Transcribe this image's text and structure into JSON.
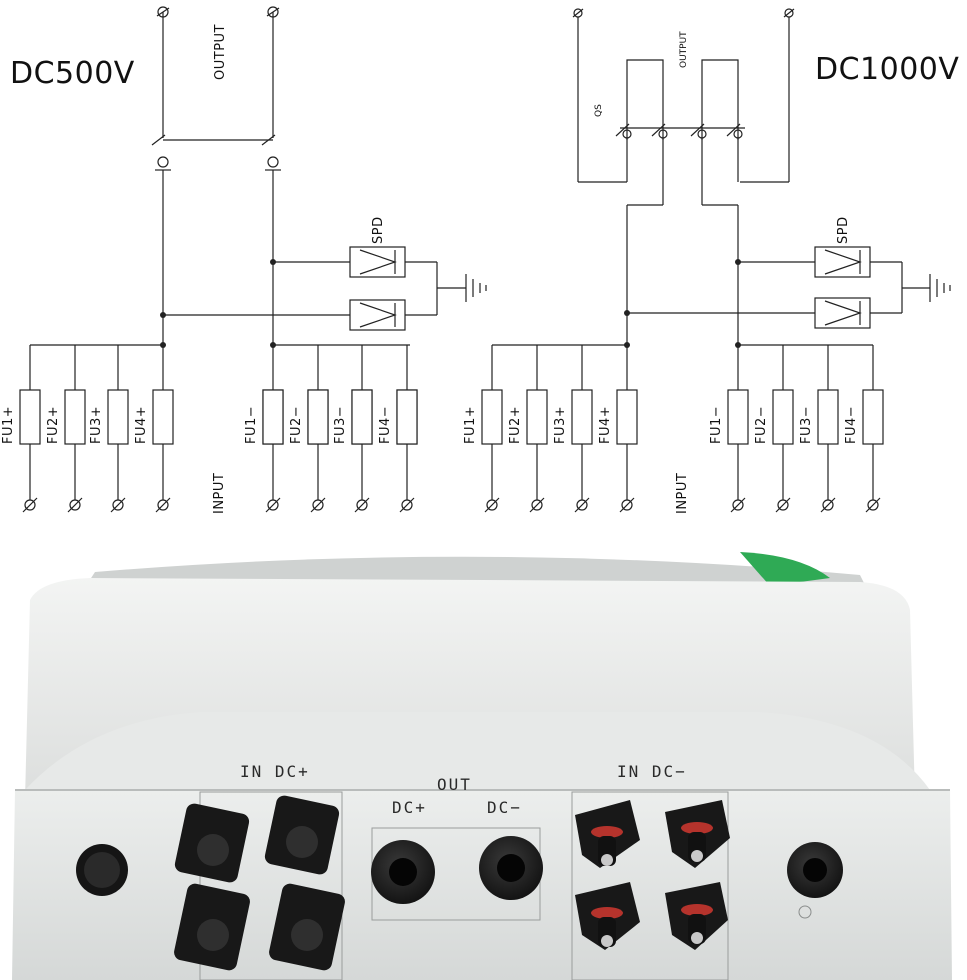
{
  "diagram_left": {
    "title": "DC500V",
    "output_label": "OUTPUT",
    "input_label": "INPUT",
    "spd_label": "SPD",
    "fuses_pos": [
      "FU1+",
      "FU2+",
      "FU3+",
      "FU4+"
    ],
    "fuses_neg": [
      "FU1−",
      "FU2−",
      "FU3−",
      "FU4−"
    ]
  },
  "diagram_right": {
    "title": "DC1000V",
    "output_label": "OUTPUT",
    "input_label": "INPUT",
    "spd_label": "SPD",
    "qs_label": "QS",
    "fuses_pos": [
      "FU1+",
      "FU2+",
      "FU3+",
      "FU4+"
    ],
    "fuses_neg": [
      "FU1−",
      "FU2−",
      "FU3−",
      "FU4−"
    ]
  },
  "photo": {
    "in_pos_label": "IN DC+",
    "out_label": "OUT",
    "out_pos_label": "DC+",
    "out_neg_label": "DC−",
    "in_neg_label": "IN DC−",
    "colors": {
      "enclosure": "#e4e6e5",
      "connector": "#1a1a1a",
      "accent_green": "#2faa55",
      "connector_red": "#b5332c"
    }
  }
}
